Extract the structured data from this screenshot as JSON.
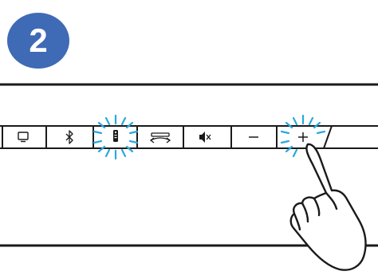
{
  "step": {
    "number": "2"
  },
  "colors": {
    "badge": "#3f6ab5",
    "line": "#1a1a1a",
    "glow": "#29a8e0",
    "hand_fill": "#ffffff"
  },
  "control_panel": {
    "buttons": [
      {
        "id": "input-source",
        "icon": "monitor-icon"
      },
      {
        "id": "bluetooth",
        "icon": "bluetooth-icon"
      },
      {
        "id": "remote-learning",
        "icon": "remote-control-icon",
        "highlighted": true
      },
      {
        "id": "surround",
        "icon": "surround-sound-icon"
      },
      {
        "id": "mute",
        "icon": "mute-icon"
      },
      {
        "id": "volume-down",
        "icon": "minus-icon"
      },
      {
        "id": "volume-up",
        "icon": "plus-icon",
        "highlighted": true,
        "pressed": true
      }
    ]
  },
  "hand": {
    "icon": "pointing-hand-icon",
    "pressing": "volume-up"
  }
}
